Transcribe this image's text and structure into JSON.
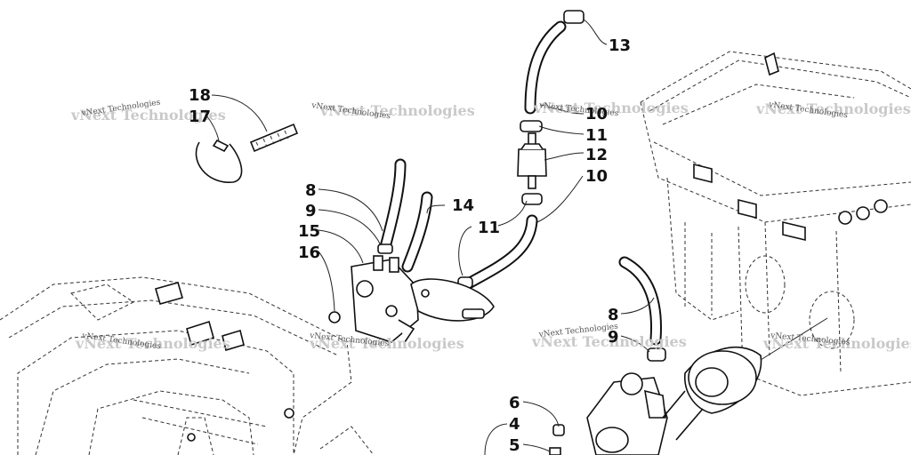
{
  "watermark": {
    "text": "vNext Technologies"
  },
  "callouts": {
    "c13": "13",
    "c10a": "10",
    "c11a": "11",
    "c12": "12",
    "c10b": "10",
    "c14": "14",
    "c11b": "11",
    "c18": "18",
    "c17": "17",
    "c8a": "8",
    "c9a": "9",
    "c15": "15",
    "c16": "16",
    "c8b": "8",
    "c9b": "9",
    "c6": "6",
    "c4": "4",
    "c5": "5"
  }
}
